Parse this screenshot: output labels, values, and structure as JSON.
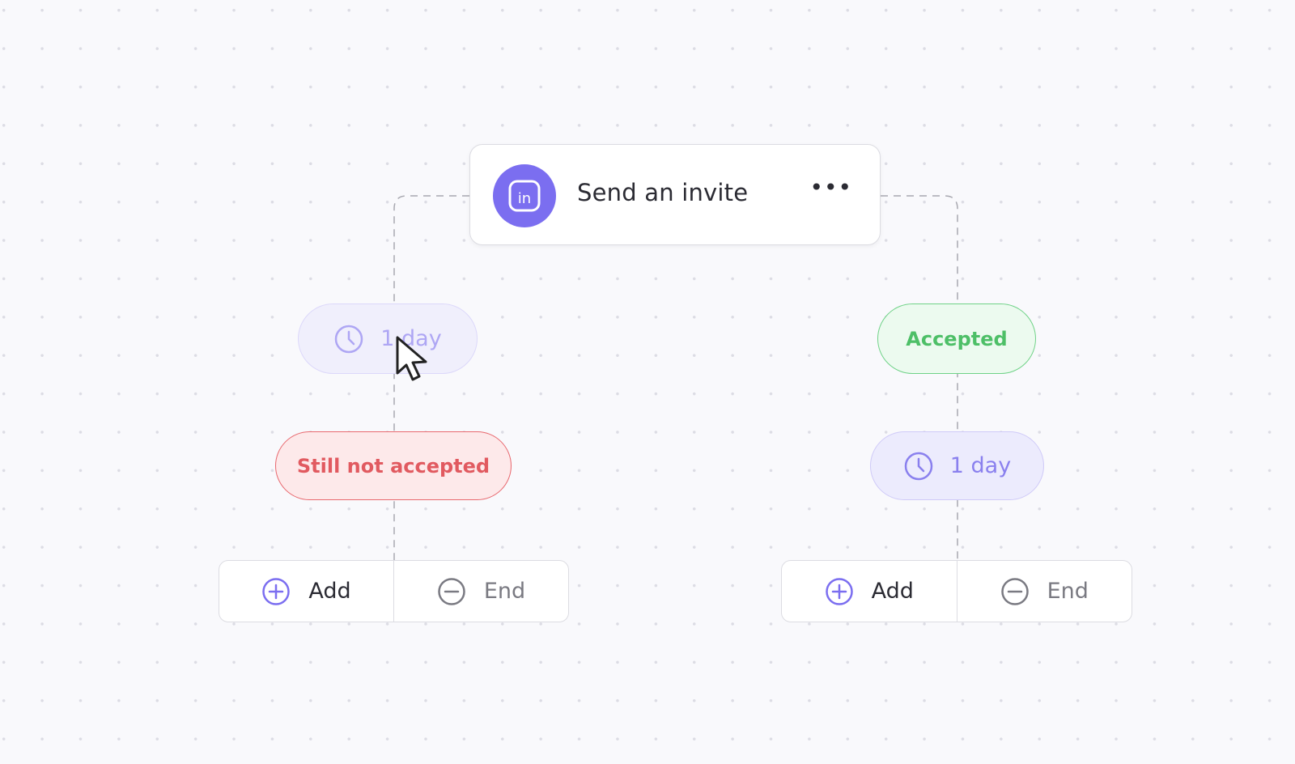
{
  "start_node": {
    "title": "Send an invite",
    "icon": "linkedin-icon",
    "menu_icon": "more-horizontal-icon",
    "icon_color": "#7b6ef0"
  },
  "left_branch": {
    "delay": {
      "label": "1 day",
      "icon": "clock-icon"
    },
    "condition": {
      "label": "Still not accepted",
      "color": "#e15a60"
    },
    "actions": {
      "add_label": "Add",
      "end_label": "End"
    }
  },
  "right_branch": {
    "condition": {
      "label": "Accepted",
      "color": "#4dbf67"
    },
    "delay": {
      "label": "1 day",
      "icon": "clock-icon"
    },
    "actions": {
      "add_label": "Add",
      "end_label": "End"
    }
  }
}
